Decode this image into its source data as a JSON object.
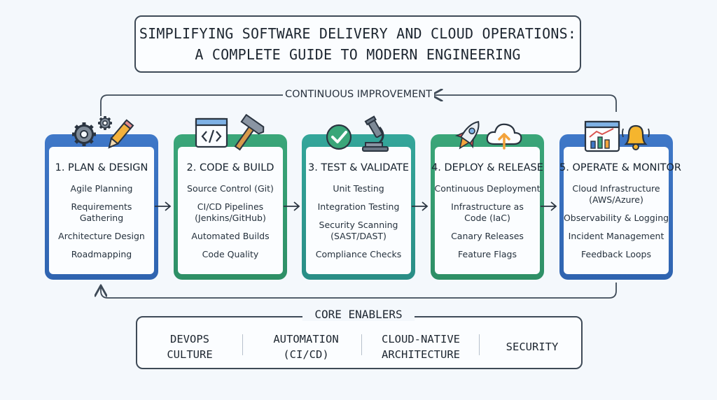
{
  "title": {
    "line1": "SIMPLIFYING SOFTWARE DELIVERY AND CLOUD OPERATIONS:",
    "line2": "A COMPLETE GUIDE TO MODERN ENGINEERING"
  },
  "loop_label": "CONTINUOUS IMPROVEMENT",
  "stages": [
    {
      "title": "1. PLAN & DESIGN",
      "icons": [
        "gear-icon",
        "pencil-icon"
      ],
      "items": [
        "Agile Planning",
        "Requirements Gathering",
        "Architecture Design",
        "Roadmapping"
      ]
    },
    {
      "title": "2. CODE & BUILD",
      "icons": [
        "code-window-icon",
        "hammer-icon"
      ],
      "items": [
        "Source Control (Git)",
        "CI/CD Pipelines (Jenkins/GitHub)",
        "Automated Builds",
        "Code Quality"
      ]
    },
    {
      "title": "3. TEST & VALIDATE",
      "icons": [
        "checkmark-icon",
        "microscope-icon"
      ],
      "items": [
        "Unit Testing",
        "Integration Testing",
        "Security Scanning (SAST/DAST)",
        "Compliance Checks"
      ]
    },
    {
      "title": "4. DEPLOY & RELEASE",
      "icons": [
        "rocket-icon",
        "cloud-upload-icon"
      ],
      "items": [
        "Continuous Deployment",
        "Infrastructure as Code (IaC)",
        "Canary Releases",
        "Feature Flags"
      ]
    },
    {
      "title": "5. OPERATE & MONITOR",
      "icons": [
        "dashboard-icon",
        "bell-icon"
      ],
      "items": [
        "Cloud Infrastructure (AWS/Azure)",
        "Observability & Logging",
        "Incident Management",
        "Feedback Loops"
      ]
    }
  ],
  "core": {
    "title": "CORE ENABLERS",
    "items": [
      "DEVOPS CULTURE",
      "AUTOMATION (CI/CD)",
      "CLOUD-NATIVE ARCHITECTURE",
      "SECURITY"
    ]
  },
  "colors": {
    "plan": "#3f78c8",
    "code": "#3aa679",
    "test": "#34a69a",
    "deploy": "#3aa679",
    "operate": "#3f78c8",
    "outline": "#3e4a57"
  }
}
